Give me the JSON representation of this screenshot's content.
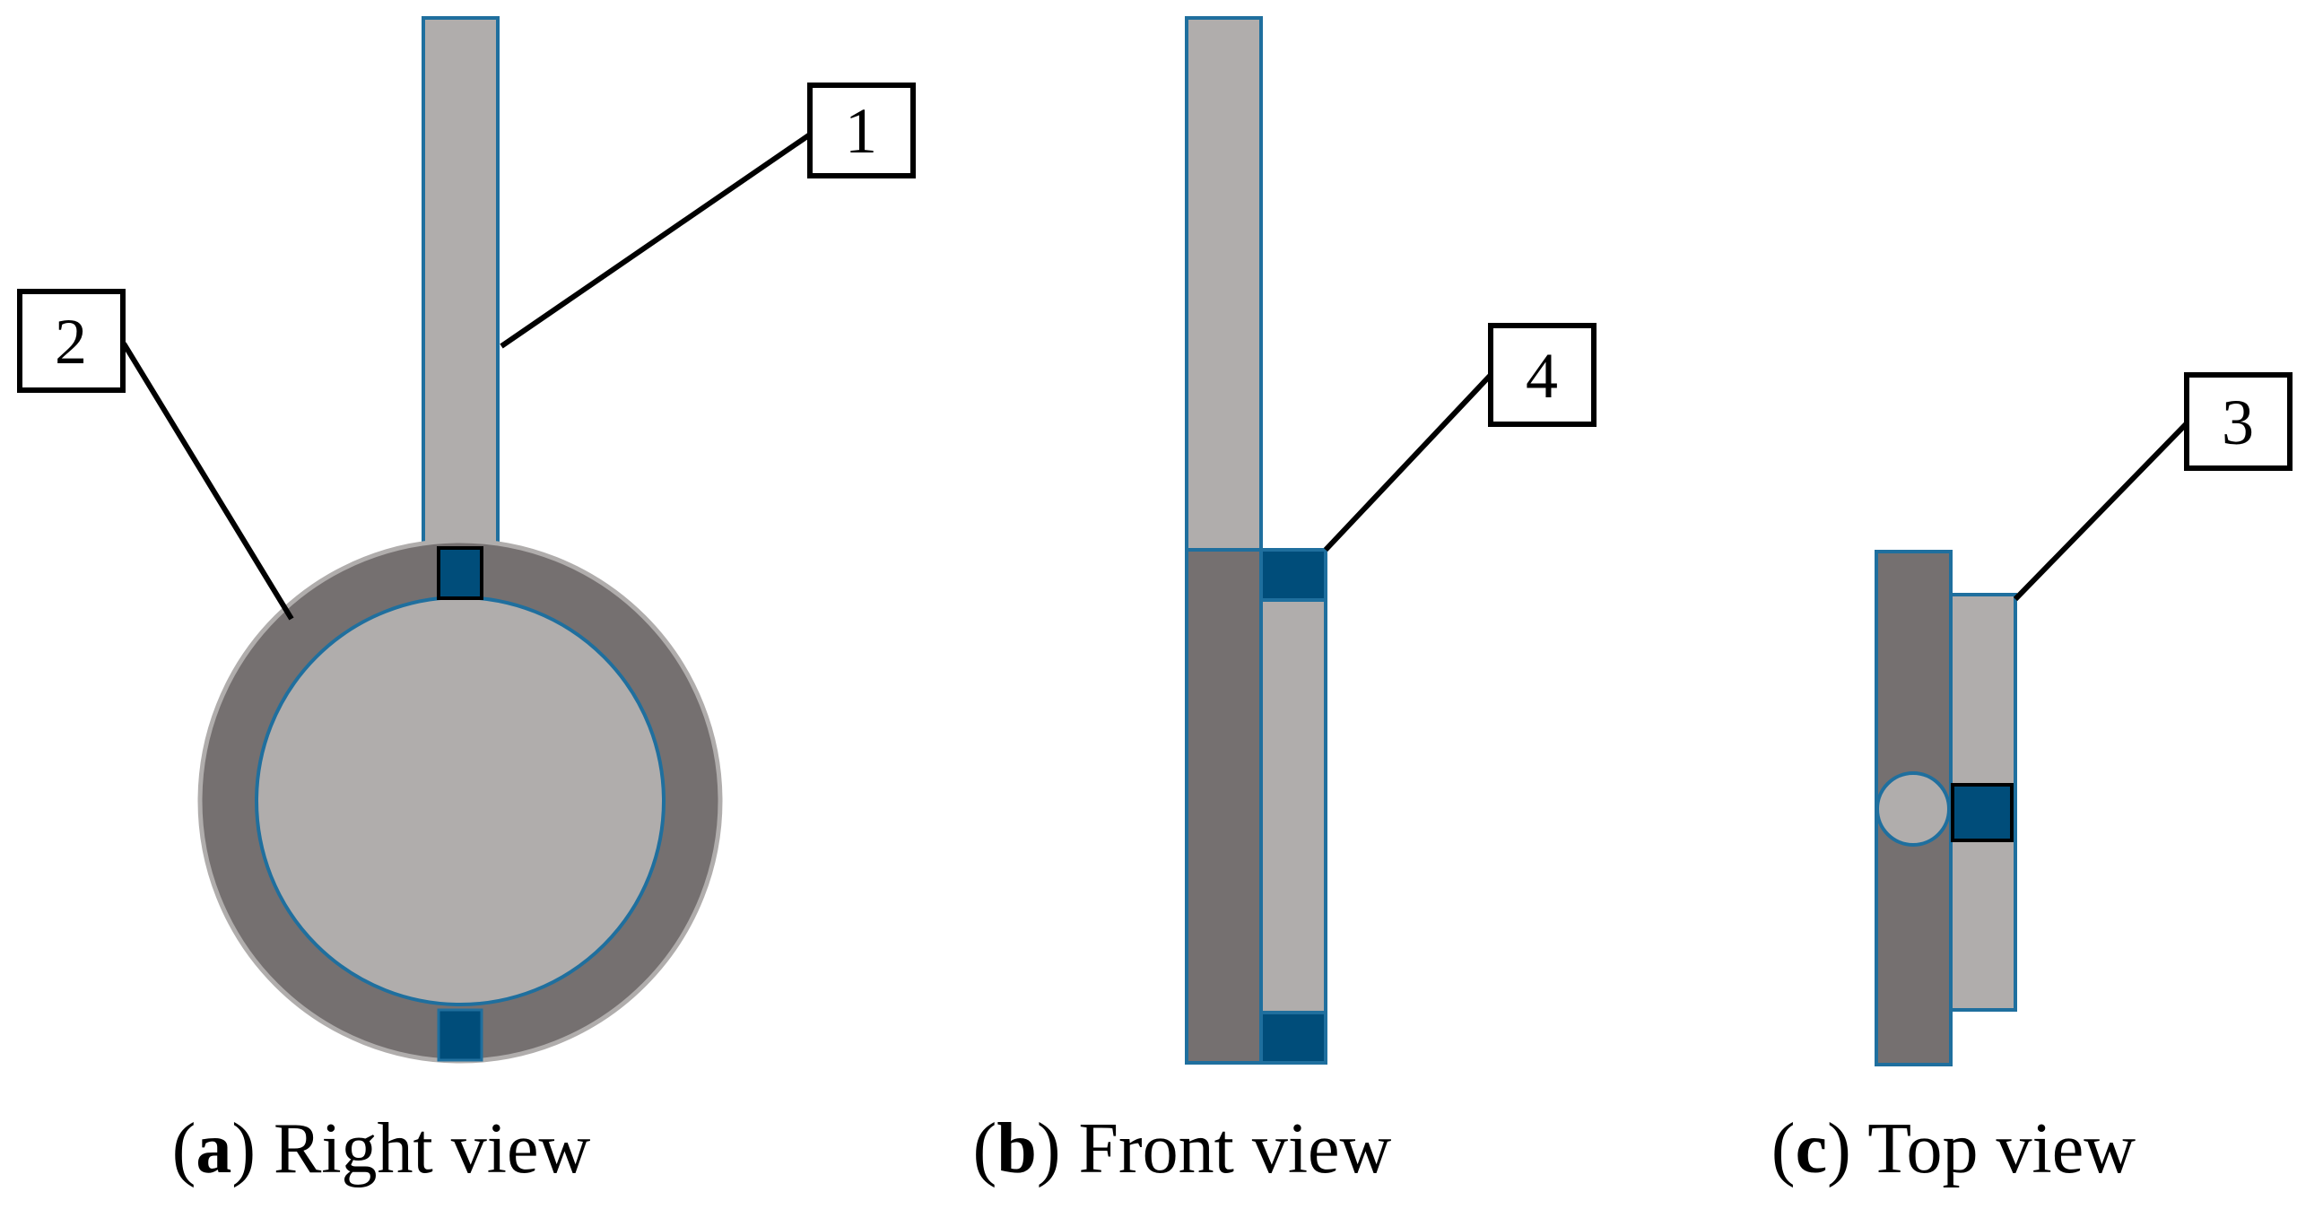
{
  "colors": {
    "light_gray": "#b0adac",
    "dark_gray": "#757070",
    "blue_block": "#004d7a",
    "outline_blue": "#1f6f9e",
    "outline_black": "#000000",
    "background": "#ffffff"
  },
  "callouts": [
    {
      "id": "1",
      "label": "1"
    },
    {
      "id": "2",
      "label": "2"
    },
    {
      "id": "3",
      "label": "3"
    },
    {
      "id": "4",
      "label": "4"
    }
  ],
  "captions": {
    "a": {
      "open": "(",
      "letter": "a",
      "close": ")",
      "text": " Right view"
    },
    "b": {
      "open": "(",
      "letter": "b",
      "close": ")",
      "text": " Front view"
    },
    "c": {
      "open": "(",
      "letter": "c",
      "close": ")",
      "text": " Top view"
    }
  }
}
